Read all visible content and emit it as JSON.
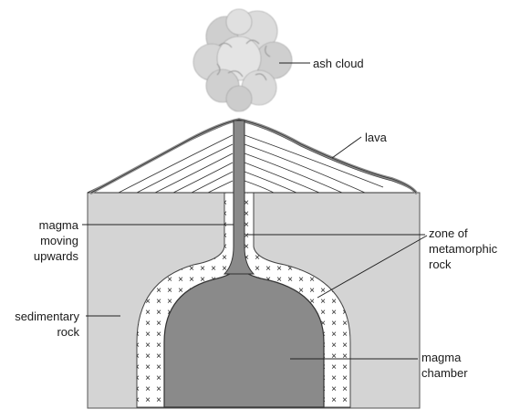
{
  "labels": {
    "ash_cloud": "ash cloud",
    "lava": "lava",
    "magma_moving_1": "magma",
    "magma_moving_2": "moving",
    "magma_moving_3": "upwards",
    "zone_1": "zone of",
    "zone_2": "metamorphic",
    "zone_3": "rock",
    "sedimentary_1": "sedimentary",
    "sedimentary_2": "rock",
    "chamber_1": "magma",
    "chamber_2": "chamber"
  },
  "colors": {
    "ground": "#d4d4d4",
    "magma": "#8a8a8a",
    "zone": "#ffffff",
    "lava": "#8a8a8a",
    "outline": "#333333"
  }
}
